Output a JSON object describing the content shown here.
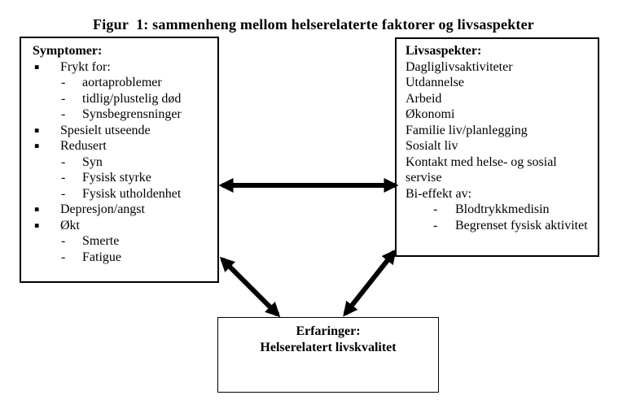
{
  "title": "Figur  1: sammenheng mellom helserelaterte faktorer og livsaspekter",
  "symptom_box": {
    "heading": "Symptomer:",
    "items": [
      {
        "level": "bullet",
        "marker": "▪",
        "text": "Frykt for:"
      },
      {
        "level": "dash",
        "marker": "-",
        "text": "aortaproblemer"
      },
      {
        "level": "dash",
        "marker": "-",
        "text": "tidlig/plustelig død"
      },
      {
        "level": "dash",
        "marker": "-",
        "text": "Synsbegrensninger"
      },
      {
        "level": "bullet",
        "marker": "▪",
        "text": "Spesielt utseende"
      },
      {
        "level": "bullet",
        "marker": "▪",
        "text": "Redusert"
      },
      {
        "level": "dash",
        "marker": "-",
        "text": "Syn"
      },
      {
        "level": "dash",
        "marker": "-",
        "text": "Fysisk styrke"
      },
      {
        "level": "dash",
        "marker": "-",
        "text": "Fysisk utholdenhet"
      },
      {
        "level": "bullet",
        "marker": "▪",
        "text": "Depresjon/angst"
      },
      {
        "level": "bullet",
        "marker": "▪",
        "text": "Økt"
      },
      {
        "level": "dash",
        "marker": "-",
        "text": "Smerte"
      },
      {
        "level": "dash",
        "marker": "-",
        "text": "Fatigue"
      }
    ]
  },
  "livsaspekter_box": {
    "heading": "Livsaspekter:",
    "items": [
      {
        "level": "plain",
        "marker": "",
        "text": "Dagliglivsaktiviteter"
      },
      {
        "level": "plain",
        "marker": "",
        "text": "Utdannelse"
      },
      {
        "level": "plain",
        "marker": "",
        "text": "Arbeid"
      },
      {
        "level": "plain",
        "marker": "",
        "text": "Økonomi"
      },
      {
        "level": "plain",
        "marker": "",
        "text": "Familie liv/planlegging"
      },
      {
        "level": "plain",
        "marker": "",
        "text": "Sosialt liv"
      },
      {
        "level": "plain",
        "marker": "",
        "text": "Kontakt med helse- og sosial servise"
      },
      {
        "level": "plain",
        "marker": "",
        "text": "Bi-effekt av:"
      },
      {
        "level": "dash",
        "marker": "-",
        "text": "Blodtrykkmedisin"
      },
      {
        "level": "dash",
        "marker": "-",
        "text": "Begrenset fysisk aktivitet"
      }
    ]
  },
  "erfaringer_box": {
    "line1": "Erfaringer:",
    "line2": "Helserelatert livskvalitet"
  },
  "arrows": [
    {
      "name": "symptomer-livsaspekter"
    },
    {
      "name": "symptomer-erfaringer"
    },
    {
      "name": "livsaspekter-erfaringer"
    }
  ],
  "colors": {
    "ink": "#000000",
    "background": "#ffffff"
  }
}
